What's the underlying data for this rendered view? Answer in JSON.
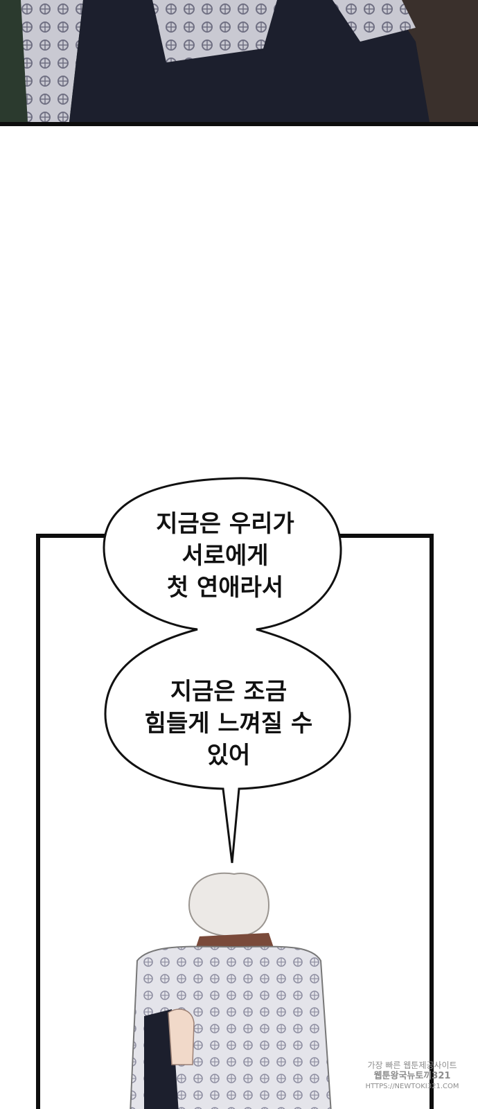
{
  "speech_bubbles": [
    {
      "lines": "지금은 우리가\n서로에게\n첫 연애라서"
    },
    {
      "lines": "지금은 조금\n힘들게 느껴질 수\n있어"
    }
  ],
  "watermark": {
    "line1": "가장 빠른 웹툰제공사이트",
    "line2": "웹툰왕국뉴토끼321",
    "line3": "HTTPS://NEWTOKI321.COM"
  },
  "colors": {
    "border": "#0d0d0d",
    "top_background": "#2a2e2c",
    "gown_pattern": "#d9d9e0",
    "dark_jacket": "#1c1f2d"
  }
}
